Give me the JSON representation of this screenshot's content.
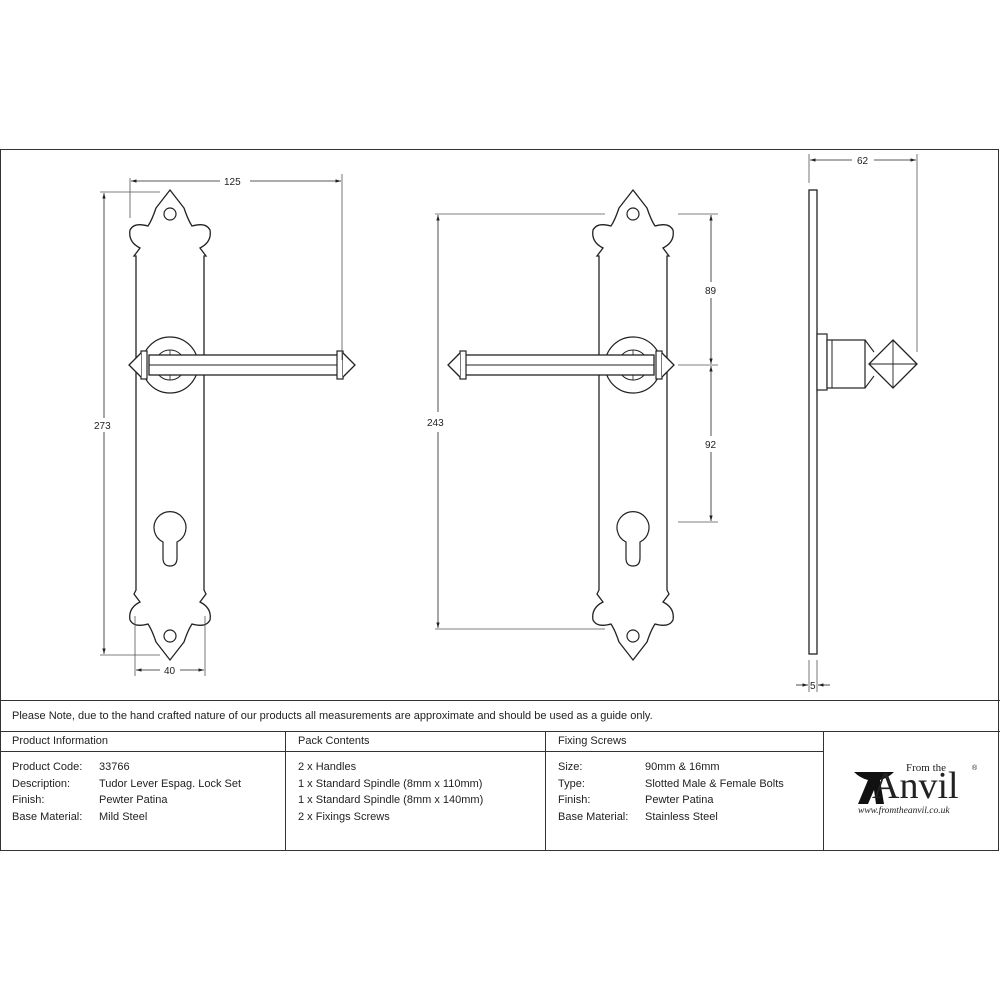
{
  "drawing": {
    "front_view": {
      "overall_width": "125",
      "overall_height": "273",
      "plate_width": "40"
    },
    "rear_view": {
      "fixing_centres": "243",
      "top_to_spindle": "89",
      "spindle_to_cylinder": "92"
    },
    "side_view": {
      "projection": "62",
      "plate_thickness": "5"
    }
  },
  "note": "Please Note, due to the hand crafted nature of our products all measurements are approximate and should be used as a guide only.",
  "product_information": {
    "title": "Product Information",
    "rows": [
      {
        "label": "Product Code:",
        "value": "33766"
      },
      {
        "label": "Description:",
        "value": "Tudor Lever Espag. Lock Set"
      },
      {
        "label": "Finish:",
        "value": "Pewter Patina"
      },
      {
        "label": "Base Material:",
        "value": "Mild Steel"
      }
    ]
  },
  "pack_contents": {
    "title": "Pack Contents",
    "items": [
      "2 x Handles",
      "1 x Standard Spindle (8mm x 110mm)",
      "1 x Standard Spindle (8mm x 140mm)",
      "2 x Fixings Screws"
    ]
  },
  "fixing_screws": {
    "title": "Fixing Screws",
    "rows": [
      {
        "label": "Size:",
        "value": "90mm & 16mm"
      },
      {
        "label": "Type:",
        "value": "Slotted Male & Female Bolts"
      },
      {
        "label": "Finish:",
        "value": "Pewter Patina"
      },
      {
        "label": "Base Material:",
        "value": "Stainless Steel"
      }
    ]
  },
  "logo": {
    "from_the": "From the",
    "brand": "Anvil",
    "registered": "®",
    "url": "www.fromtheanvil.co.uk"
  }
}
